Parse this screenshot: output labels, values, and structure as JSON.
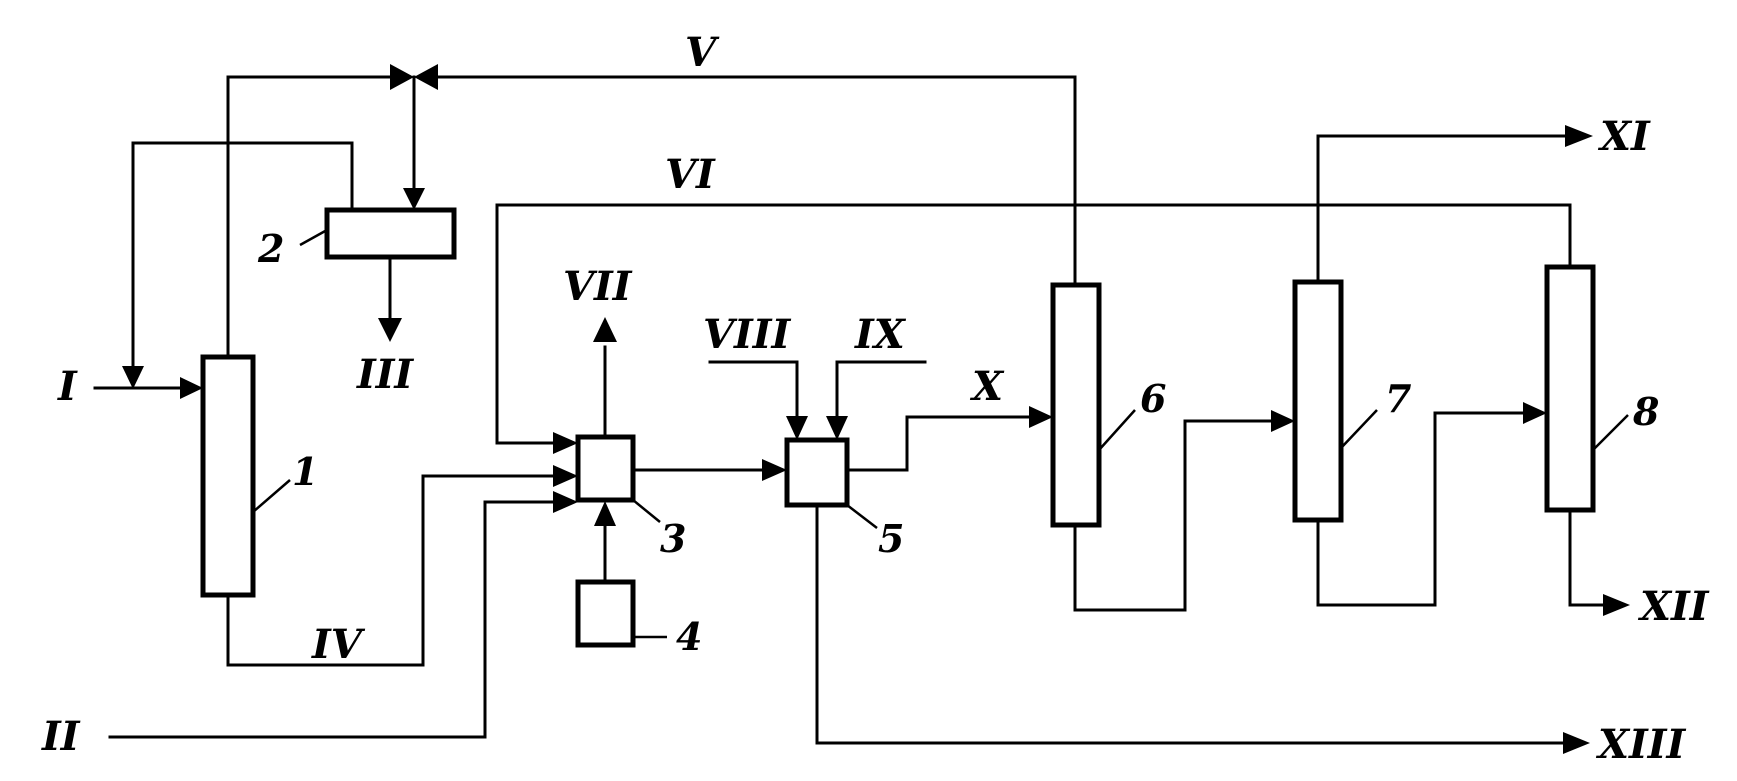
{
  "units": [
    {
      "id": "1",
      "label": "1"
    },
    {
      "id": "2",
      "label": "2"
    },
    {
      "id": "3",
      "label": "3"
    },
    {
      "id": "4",
      "label": "4"
    },
    {
      "id": "5",
      "label": "5"
    },
    {
      "id": "6",
      "label": "6"
    },
    {
      "id": "7",
      "label": "7"
    },
    {
      "id": "8",
      "label": "8"
    }
  ],
  "streams": {
    "I": "I",
    "II": "II",
    "III": "III",
    "IV": "IV",
    "V": "V",
    "VI": "VI",
    "VII": "VII",
    "VIII": "VIII",
    "IX": "IX",
    "X": "X",
    "XI": "XI",
    "XII": "XII",
    "XIII": "XIII"
  }
}
